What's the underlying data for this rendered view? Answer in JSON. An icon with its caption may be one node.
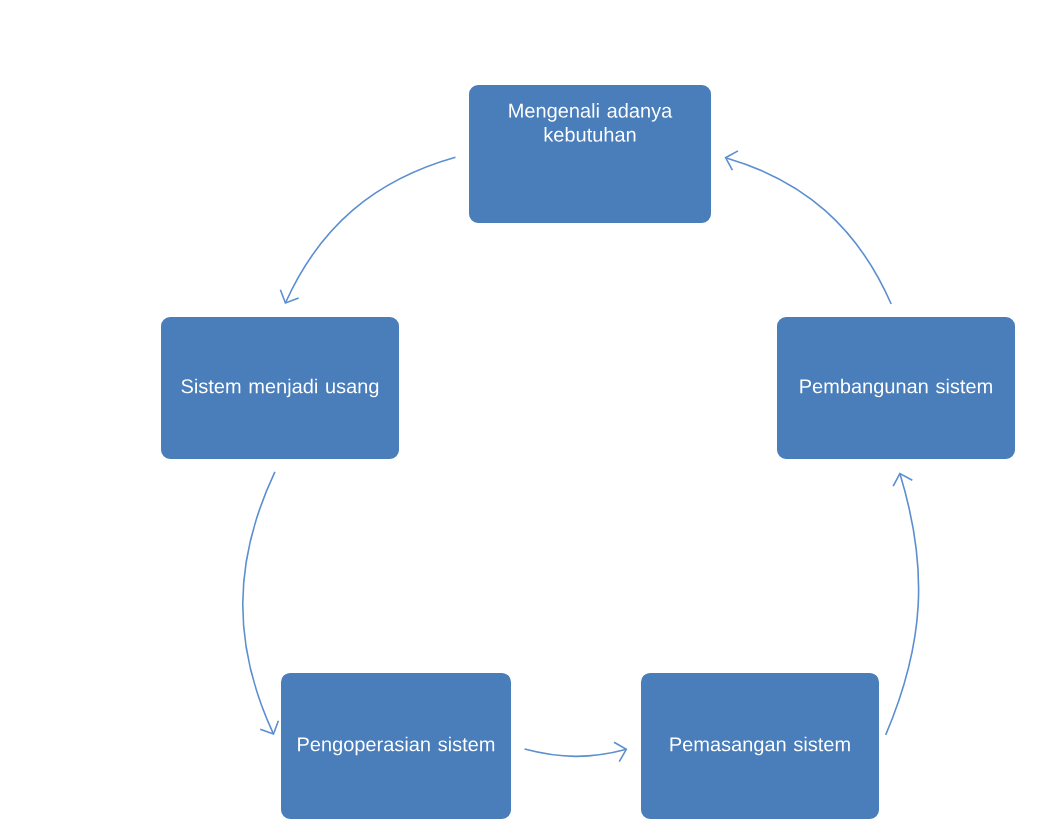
{
  "diagram": {
    "nodes": [
      {
        "text": [
          "Mengenali adanya kebutuhan"
        ]
      },
      {
        "text": [
          "Sistem menjadi usang"
        ]
      },
      {
        "text": [
          "Pembangunan sistem"
        ]
      },
      {
        "text": [
          "Pengoperasian sistem"
        ]
      },
      {
        "text": [
          "Pemasangan sistem"
        ]
      }
    ],
    "edges": [
      {
        "from": 0,
        "to": 1,
        "arrow": "to"
      },
      {
        "from": 1,
        "to": 3,
        "arrow": "to"
      },
      {
        "from": 3,
        "to": 4,
        "arrow": "to"
      },
      {
        "from": 4,
        "to": 2,
        "arrow": "to"
      },
      {
        "from": 2,
        "to": 0,
        "arrow": "to"
      }
    ]
  }
}
